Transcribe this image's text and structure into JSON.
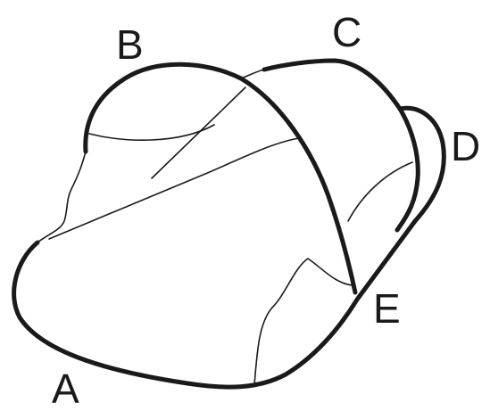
{
  "diagram": {
    "labels": {
      "A": "A",
      "B": "B",
      "C": "C",
      "D": "D",
      "E": "E"
    }
  }
}
